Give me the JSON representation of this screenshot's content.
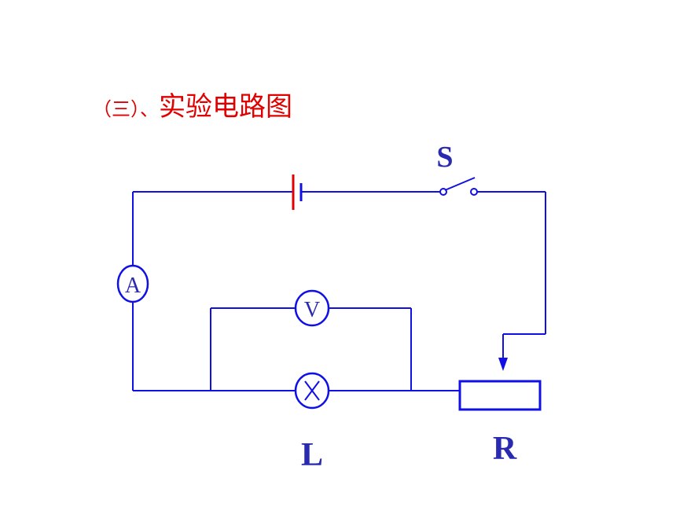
{
  "heading": {
    "prefix": "（三）、",
    "title": "实验电路图"
  },
  "labels": {
    "switch": "S",
    "lamp": "L",
    "rheostat": "R",
    "ammeter": "A",
    "voltmeter": "V"
  },
  "colors": {
    "heading": "#e00000",
    "wire": "#1010e6",
    "battery": "#e00000",
    "label": "#2a2ab0"
  }
}
